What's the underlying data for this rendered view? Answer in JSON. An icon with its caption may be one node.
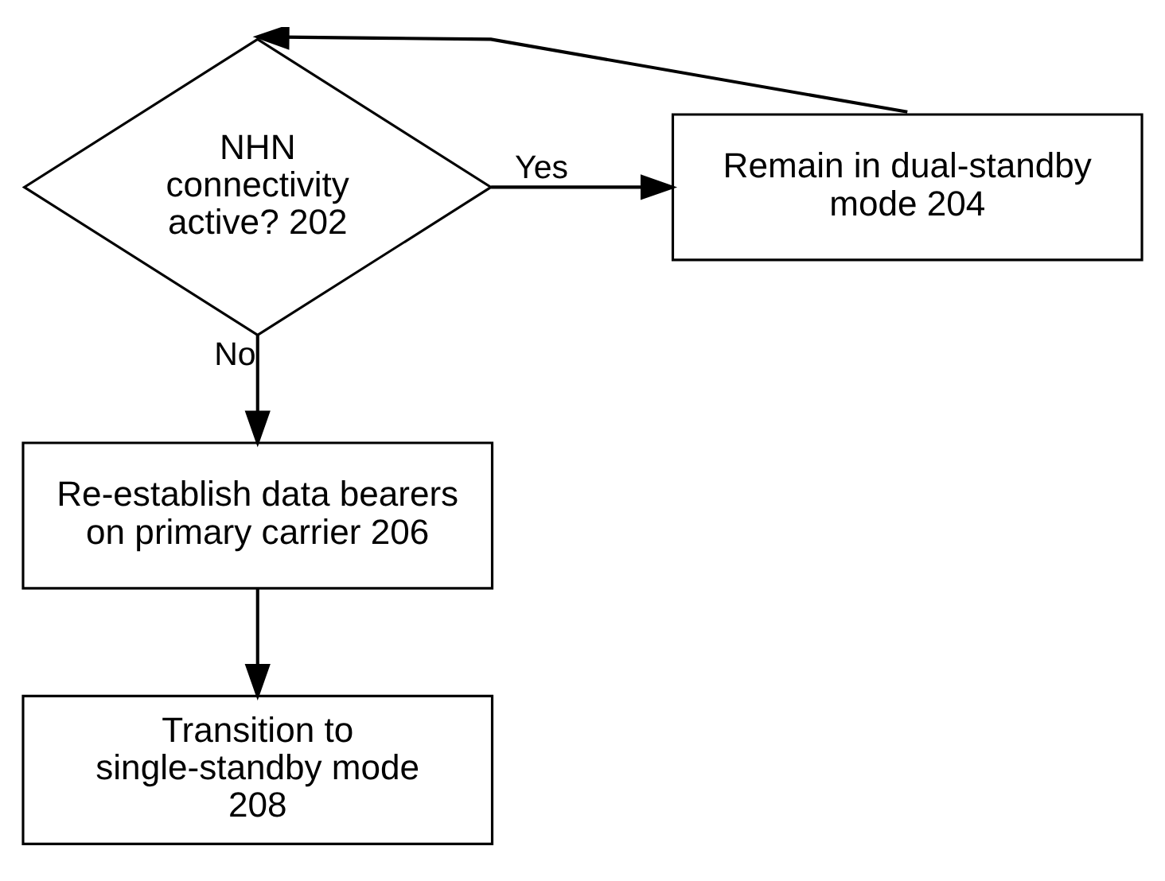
{
  "diagram": {
    "nodes": [
      {
        "text": [
          "NHN connectivity active? 202"
        ]
      },
      {
        "text": [
          "Remain in dual-standby mode 204"
        ]
      },
      {
        "text": [
          "Re-establish data bearers on primary carrier 206"
        ]
      },
      {
        "text": [
          "Transition to single-standby mode 208"
        ]
      }
    ],
    "edges": [
      {
        "from": 0,
        "to": 1,
        "arrow": "to",
        "label": "Yes"
      },
      {
        "from": 1,
        "to": 0,
        "arrow": "to"
      },
      {
        "from": 0,
        "to": 2,
        "arrow": "to",
        "label": "No"
      },
      {
        "from": 2,
        "to": 3,
        "arrow": "to"
      }
    ]
  }
}
